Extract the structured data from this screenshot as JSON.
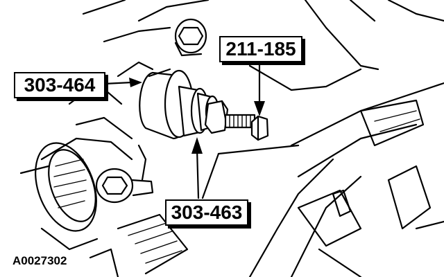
{
  "callouts": {
    "installer_label": "303-464",
    "bolt_label": "211-185",
    "adapter_label": "303-463"
  },
  "figure_id": "A0027302",
  "colors": {
    "line": "#000000",
    "background": "#ffffff"
  }
}
